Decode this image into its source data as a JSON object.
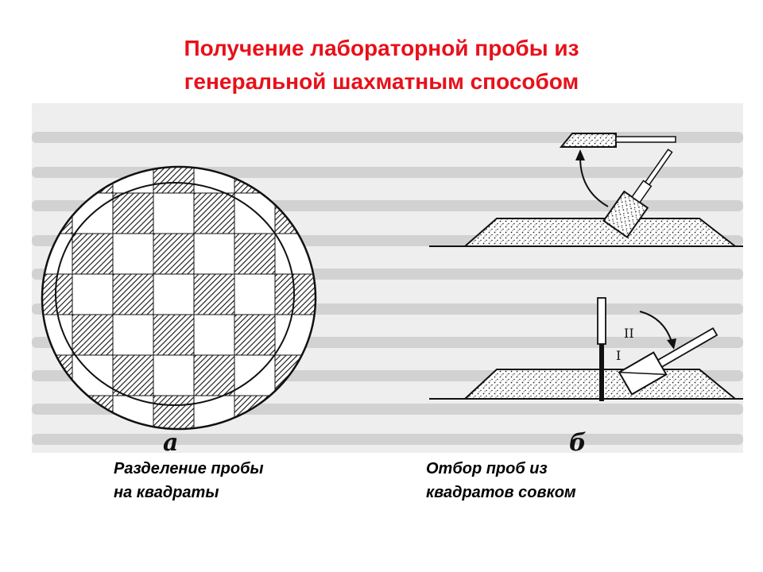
{
  "slide": {
    "title_line1": "Получение лабораторной пробы из",
    "title_line2": "генеральной шахматным способом",
    "title_color": "#e8101a"
  },
  "figure": {
    "label_a": "а",
    "label_b": "б",
    "marker_1": "I",
    "marker_2": "II"
  },
  "captions": {
    "a_line1": "Разделение пробы",
    "a_line2": "на квадраты",
    "b_line1": "Отбор проб из",
    "b_line2": "квадратов совком"
  }
}
